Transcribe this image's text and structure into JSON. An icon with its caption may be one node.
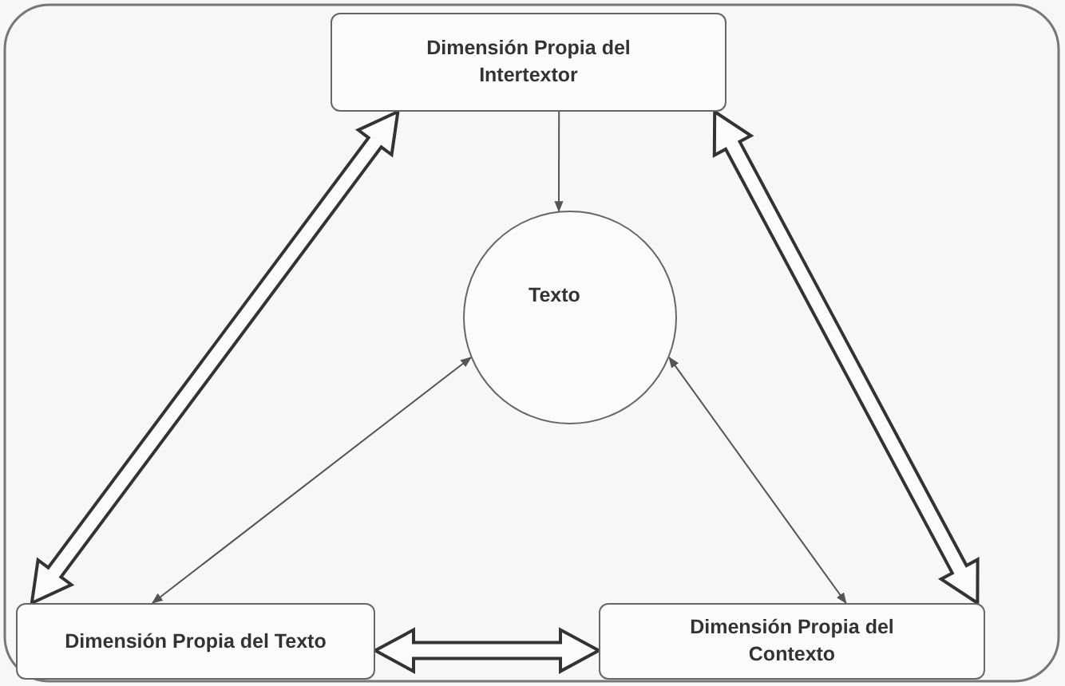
{
  "diagram": {
    "nodes": [
      {
        "text": [
          "Dimensión Propia del Intertextor"
        ]
      },
      {
        "text": [
          "Texto"
        ]
      },
      {
        "text": [
          "Dimensión Propia del Texto"
        ]
      },
      {
        "text": [
          "Dimensión Propia del Contexto"
        ]
      }
    ],
    "edges": [
      {
        "from": 0,
        "to": 1,
        "arrow": "to"
      },
      {
        "from": 1,
        "to": 2,
        "arrow": "both"
      },
      {
        "from": 1,
        "to": 3,
        "arrow": "both"
      },
      {
        "from": 0,
        "to": 2,
        "arrow": "both",
        "style": "thick"
      },
      {
        "from": 0,
        "to": 3,
        "arrow": "both",
        "style": "thick"
      },
      {
        "from": 2,
        "to": 3,
        "arrow": "both",
        "style": "thick"
      }
    ]
  }
}
